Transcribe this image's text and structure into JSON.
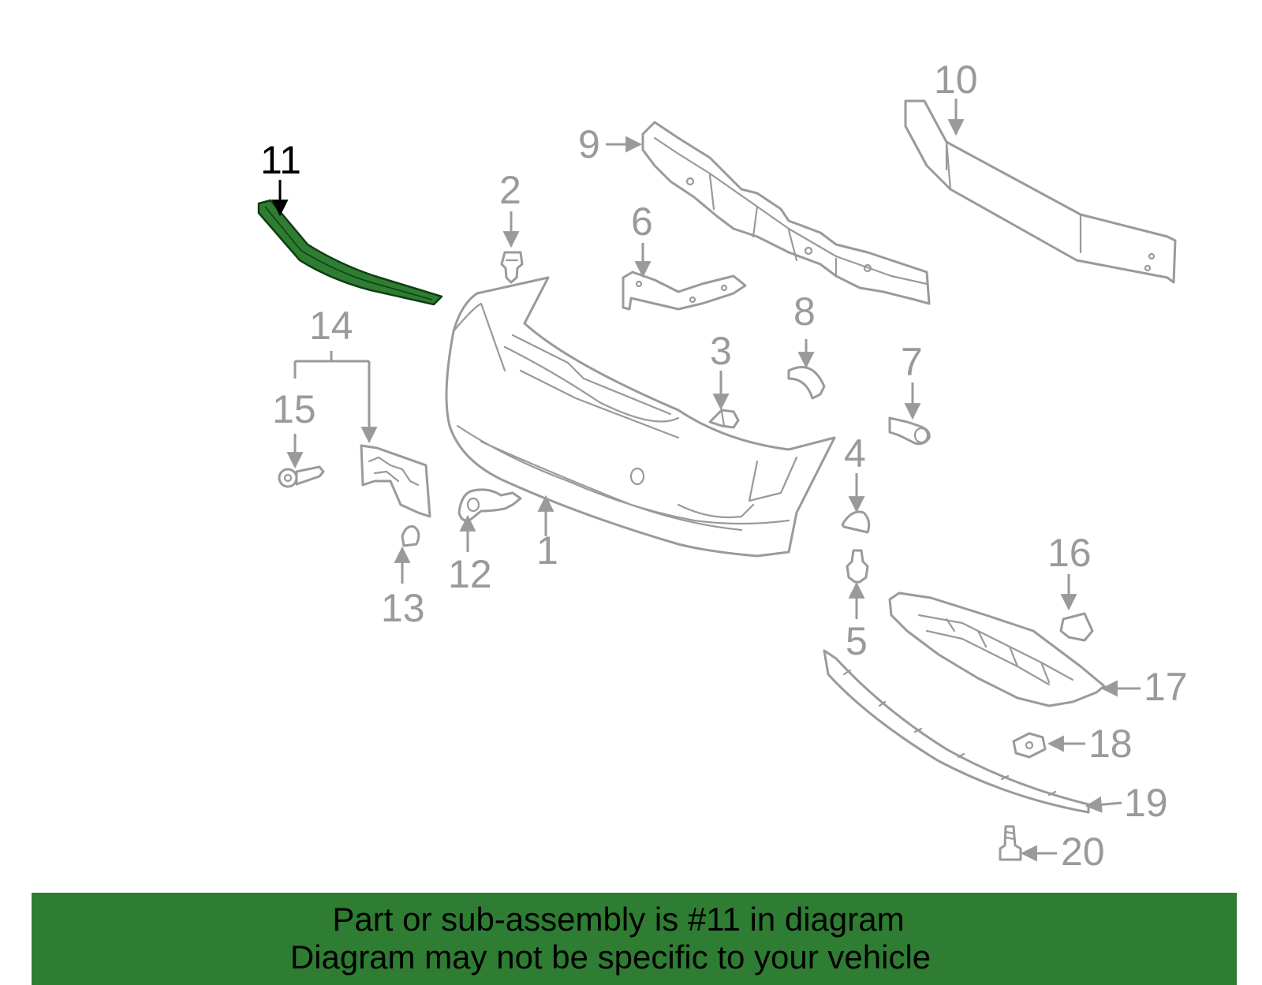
{
  "diagram": {
    "highlighted_part": "11",
    "callouts": {
      "c1": "1",
      "c2": "2",
      "c3": "3",
      "c4": "4",
      "c5": "5",
      "c6": "6",
      "c7": "7",
      "c8": "8",
      "c9": "9",
      "c10": "10",
      "c11": "11",
      "c12": "12",
      "c13": "13",
      "c14": "14",
      "c15": "15",
      "c16": "16",
      "c17": "17",
      "c18": "18",
      "c19": "19",
      "c20": "20"
    },
    "colors": {
      "highlight": "#2e7d32",
      "line": "#9a9a9a",
      "banner": "#2e7d32"
    }
  },
  "banner": {
    "line1": "Part or sub-assembly is #11 in diagram",
    "line2": "Diagram may not be specific to your vehicle"
  }
}
